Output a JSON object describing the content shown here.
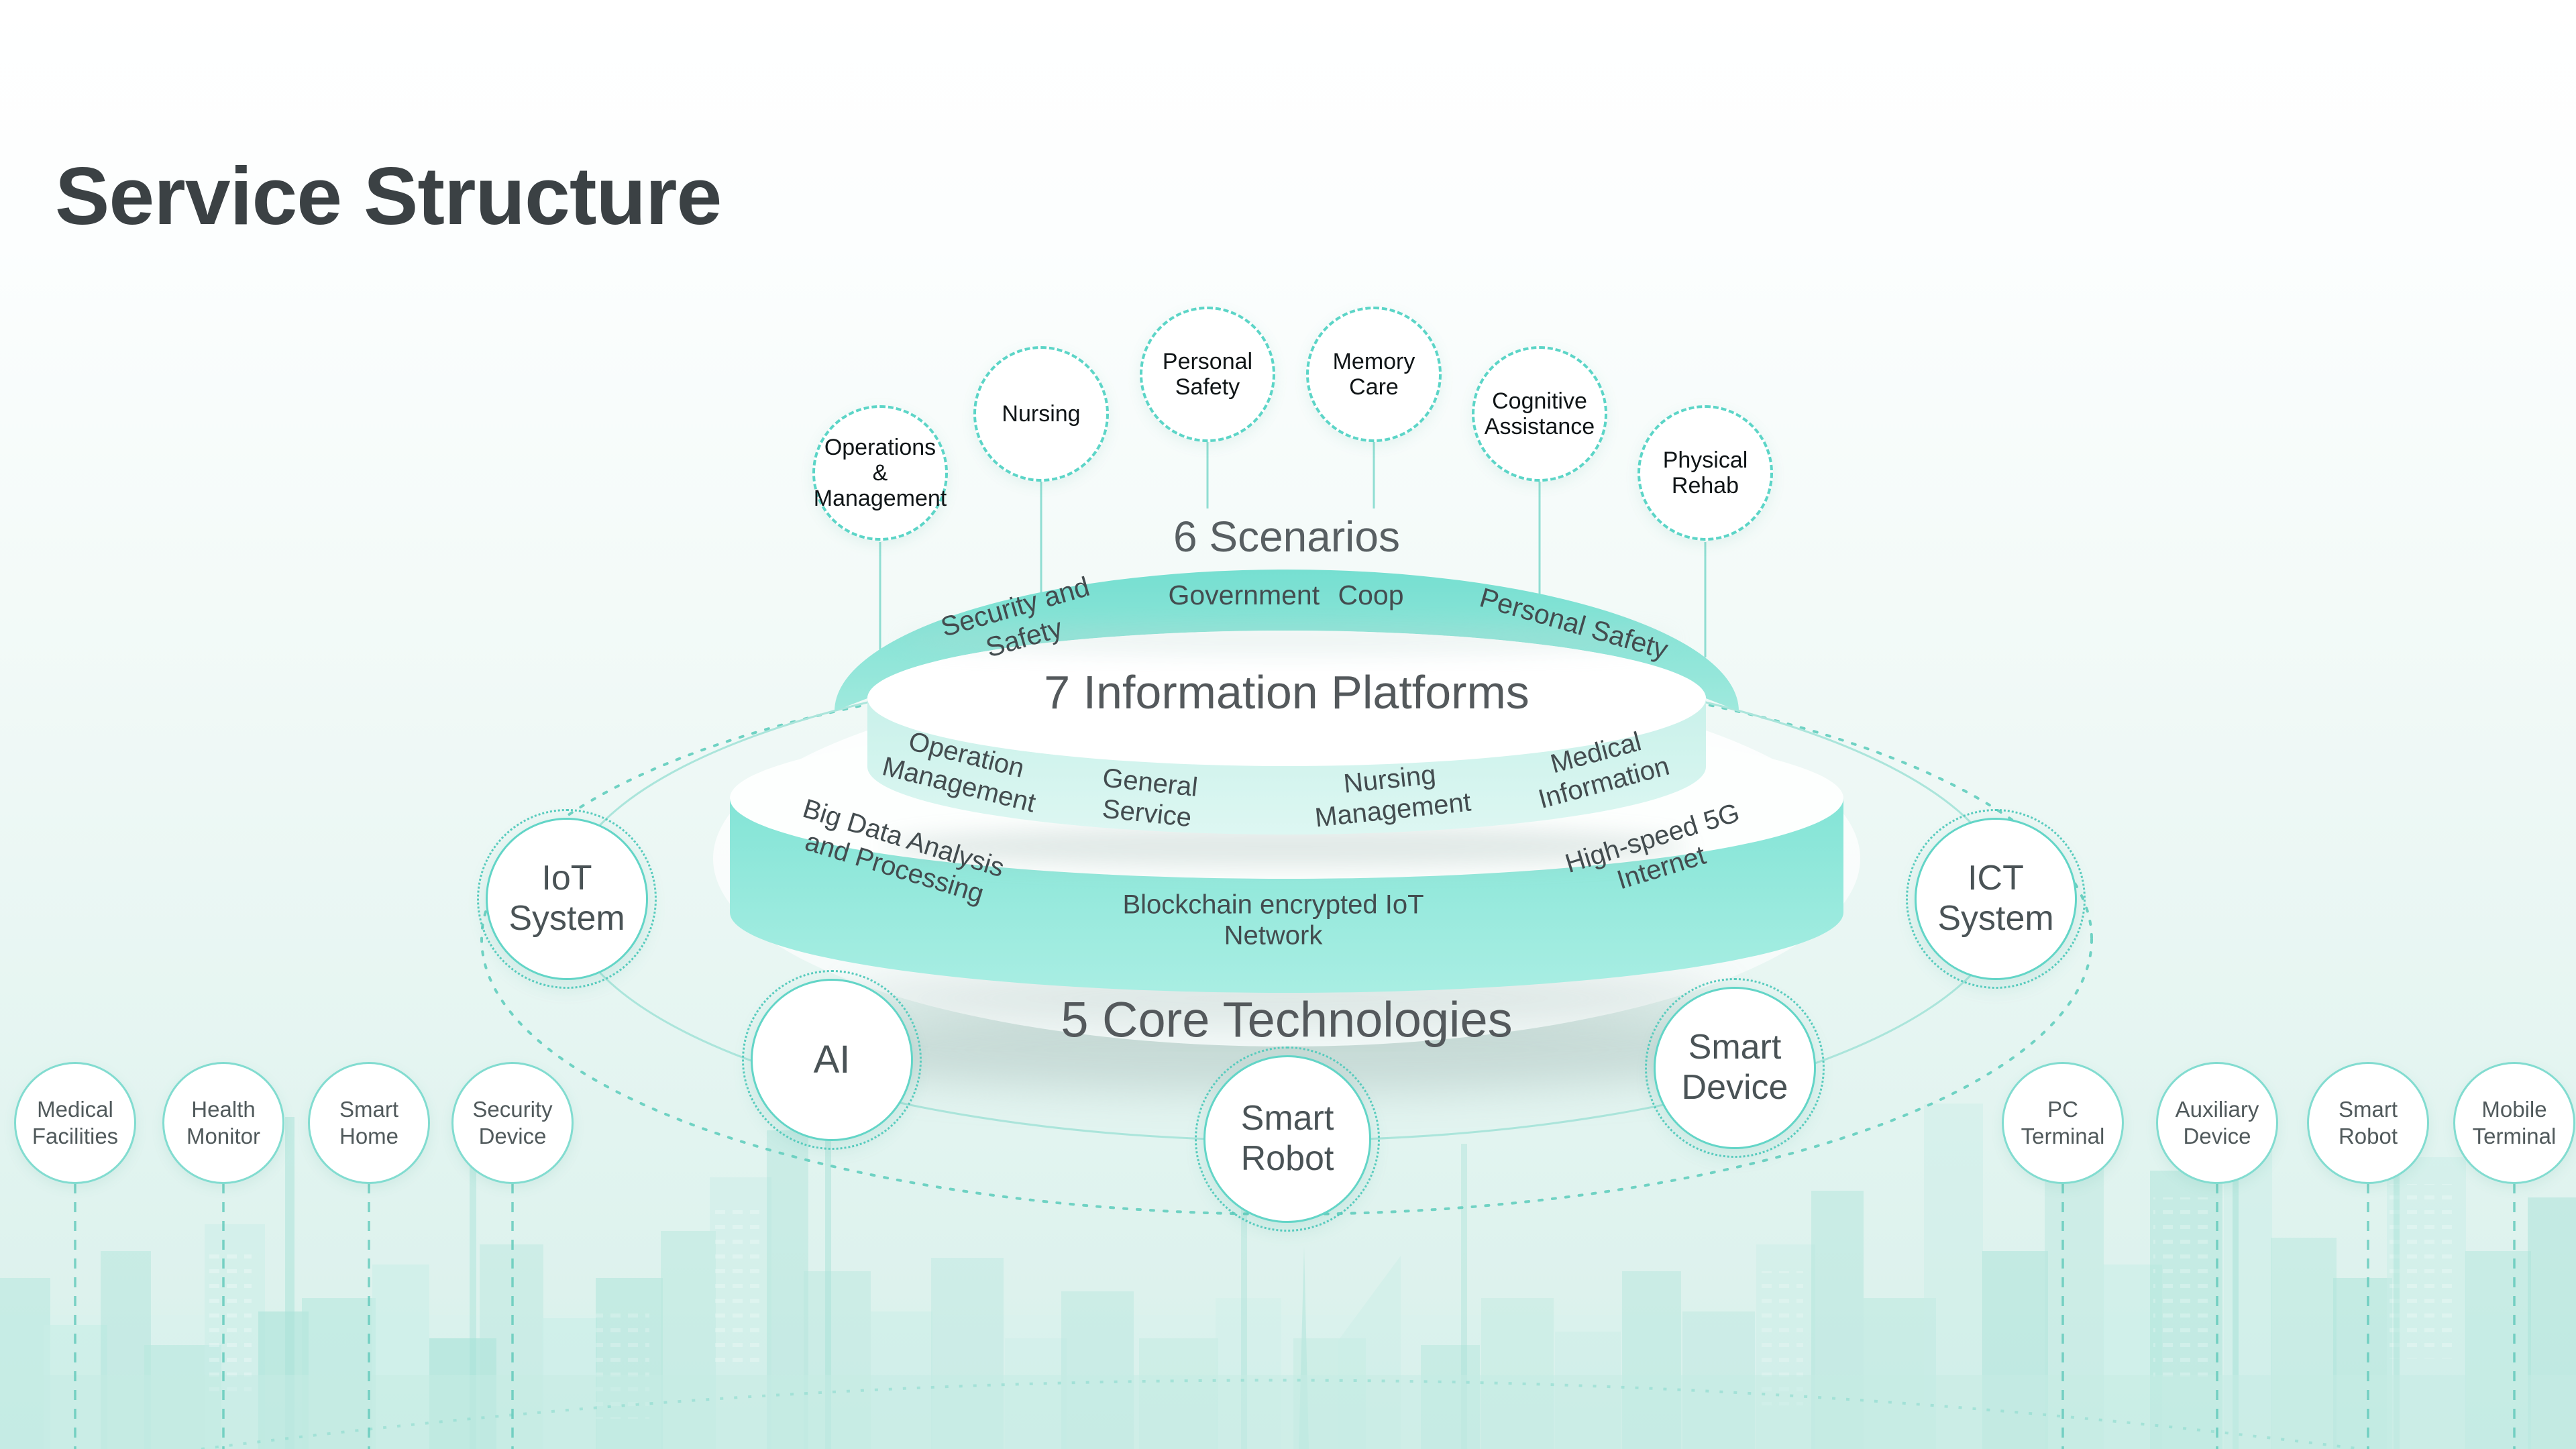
{
  "title": "Service Structure",
  "scenarios": {
    "heading": "6 Scenarios",
    "items": [
      {
        "label": "Operations\n&\nManagement"
      },
      {
        "label": "Nursing"
      },
      {
        "label": "Personal\nSafety"
      },
      {
        "label": "Memory\nCare"
      },
      {
        "label": "Cognitive\nAssistance"
      },
      {
        "label": "Physical\nRehab"
      }
    ]
  },
  "platforms": {
    "heading": "7 Information Platforms",
    "top_ring": [
      {
        "label": "Security and\nSafety"
      },
      {
        "label": "Government Coop"
      },
      {
        "label": "Personal Safety"
      }
    ],
    "front_ring": [
      {
        "label": "Operation\nManagement"
      },
      {
        "label": "General\nService"
      },
      {
        "label": "Nursing\nManagement"
      },
      {
        "label": "Medical\nInformation"
      }
    ]
  },
  "technologies": {
    "heading": "5 Core Technologies",
    "ring": [
      {
        "label": "Big Data Analysis\nand Processing"
      },
      {
        "label": "Blockchain encrypted IoT\nNetwork"
      },
      {
        "label": "High-speed 5G\nInternet"
      }
    ],
    "nodes": [
      {
        "label": "AI"
      },
      {
        "label": "Smart\nRobot"
      },
      {
        "label": "Smart\nDevice"
      }
    ]
  },
  "systems": [
    {
      "label": "IoT\nSystem"
    },
    {
      "label": "ICT\nSystem"
    }
  ],
  "edge_devices": {
    "left": [
      {
        "label": "Medical\nFacilities"
      },
      {
        "label": "Health\nMonitor"
      },
      {
        "label": "Smart\nHome"
      },
      {
        "label": "Security\nDevice"
      }
    ],
    "right": [
      {
        "label": "PC\nTerminal"
      },
      {
        "label": "Auxiliary\nDevice"
      },
      {
        "label": "Smart\nRobot"
      },
      {
        "label": "Mobile\nTerminal"
      }
    ]
  },
  "colors": {
    "ring_top": "#7de2d5",
    "ring_front_light": "#cdf2ec",
    "ring_tech": "#89e5d8",
    "accent_border": "#5cd5c7",
    "text_dark": "#434c4f"
  }
}
